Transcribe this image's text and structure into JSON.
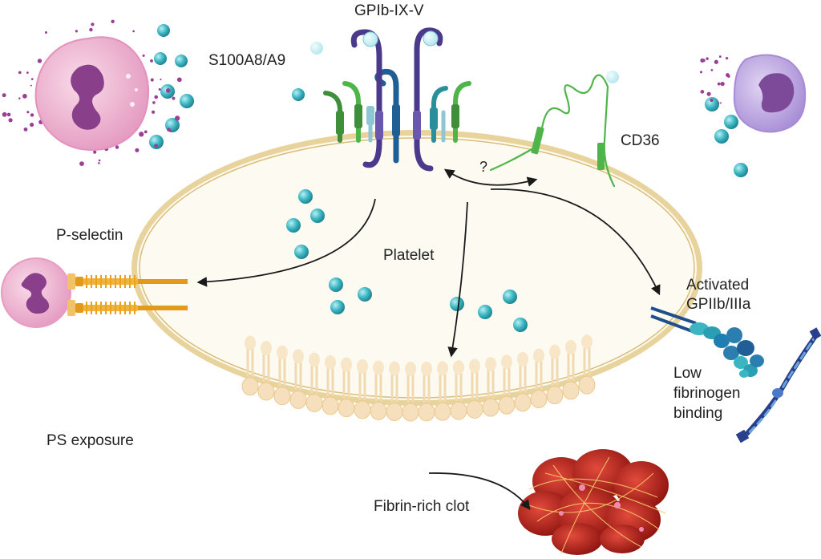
{
  "labels": {
    "gpib": "GPIb-IX-V",
    "s100": "S100A8/A9",
    "cd36": "CD36",
    "question": "?",
    "pselectin": "P-selectin",
    "platelet": "Platelet",
    "activated": [
      "Activated",
      "GPIIb/IIIa"
    ],
    "lowfib": [
      "Low",
      "fibrinogen",
      "binding"
    ],
    "ps": "PS exposure",
    "clot": "Fibrin-rich clot"
  },
  "colors": {
    "membrane": "#e2c98a",
    "cytoplasm": "#fdfbf1",
    "protein_teal": "#3bb5c2",
    "receptor_purple": "#4b3a8c",
    "receptor_green": "#3f8f3a",
    "cd36_green": "#4fb54a",
    "neutrophil": "#f1b8d3",
    "nucleus": "#8a3f8a",
    "monocyte": "#b9a2dc",
    "pselectin_orange": "#e39a1b",
    "clot_red": "#c0261d",
    "integrin_blue": "#2a7fb0"
  }
}
